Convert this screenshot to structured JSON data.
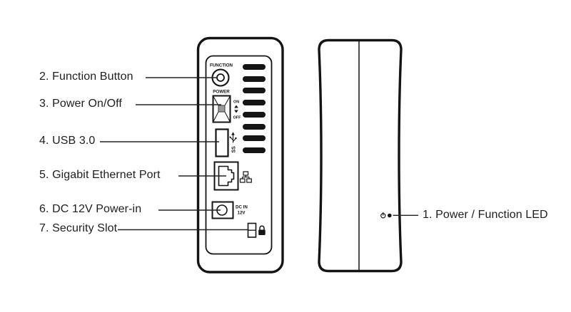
{
  "colors": {
    "ink": "#141414",
    "background": "#ffffff",
    "switch_knob": "#9b9b9b"
  },
  "callouts": {
    "led": "1. Power / Function LED",
    "function_button": "2. Function Button",
    "power_switch": "3. Power On/Off",
    "usb": "4. USB 3.0",
    "ethernet": "5. Gigabit Ethernet Port",
    "dc_power": "6. DC 12V Power-in",
    "security_slot": "7. Security Slot"
  },
  "device_rear": {
    "function_label": "FUNCTION",
    "power_label": "POWER",
    "switch_on_label": "ON",
    "switch_off_label": "OFF",
    "usb_logo_text": "SS",
    "dc_in_label_line1": "DC IN",
    "dc_in_label_line2": "12V"
  },
  "icons": {
    "usb_trident": "usb-superspeed-trident-icon",
    "ethernet_network": "network-lan-icon",
    "security_lock": "padlock-icon",
    "power_symbol": "power-symbol-icon",
    "led_dot": "led-indicator-dot"
  }
}
